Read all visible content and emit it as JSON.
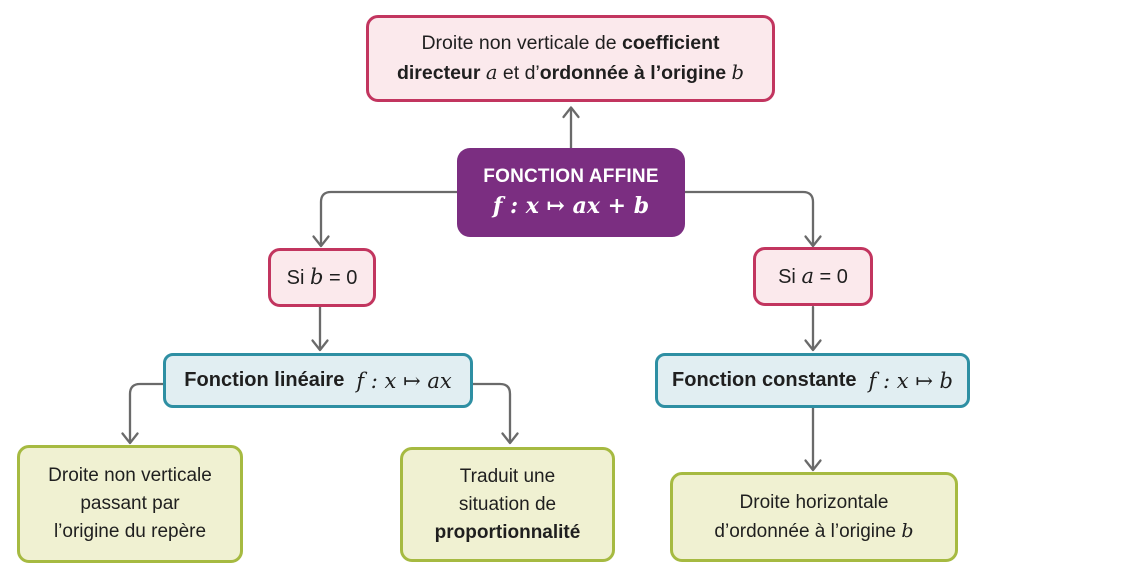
{
  "colors": {
    "pink-border": "#c2355f",
    "pink-fill": "#fbe9ec",
    "purple": "#7b2e81",
    "teal-border": "#2e8fa3",
    "teal-fill": "#e1eef2",
    "green-border": "#a6ba41",
    "green-fill": "#f0f1d2",
    "arrow": "#6a6a6a",
    "text": "#1f1f1f"
  },
  "nodes": {
    "affine_desc": {
      "l1s1": "Droite non verticale de ",
      "l1s2": "coefficient",
      "l2s1": "directeur ",
      "l2s2": "a",
      "l2s3": " et d’",
      "l2s4": "ordonnée à l’origine ",
      "l2s5": "b"
    },
    "affine": {
      "title": "FONCTION AFFINE",
      "formula": "f : x ↦ ax + b"
    },
    "cond_b": {
      "prefix": "Si ",
      "var": "b",
      "suffix": " = 0"
    },
    "cond_a": {
      "prefix": "Si ",
      "var": "a",
      "suffix": " = 0"
    },
    "lineaire": {
      "label": "Fonction linéaire",
      "formula": "f : x ↦ ax"
    },
    "constante": {
      "label": "Fonction constante",
      "formula": "f : x ↦ b"
    },
    "droite_origine": {
      "l1": "Droite non verticale",
      "l2": "passant par",
      "l3": "l’origine du repère"
    },
    "proportionnalite": {
      "l1": "Traduit une",
      "l2": "situation de",
      "l3": "proportionnalité"
    },
    "droite_horizontale": {
      "l1": "Droite horizontale",
      "l2s1": "d’ordonnée à l’origine ",
      "l2s2": "b"
    }
  }
}
